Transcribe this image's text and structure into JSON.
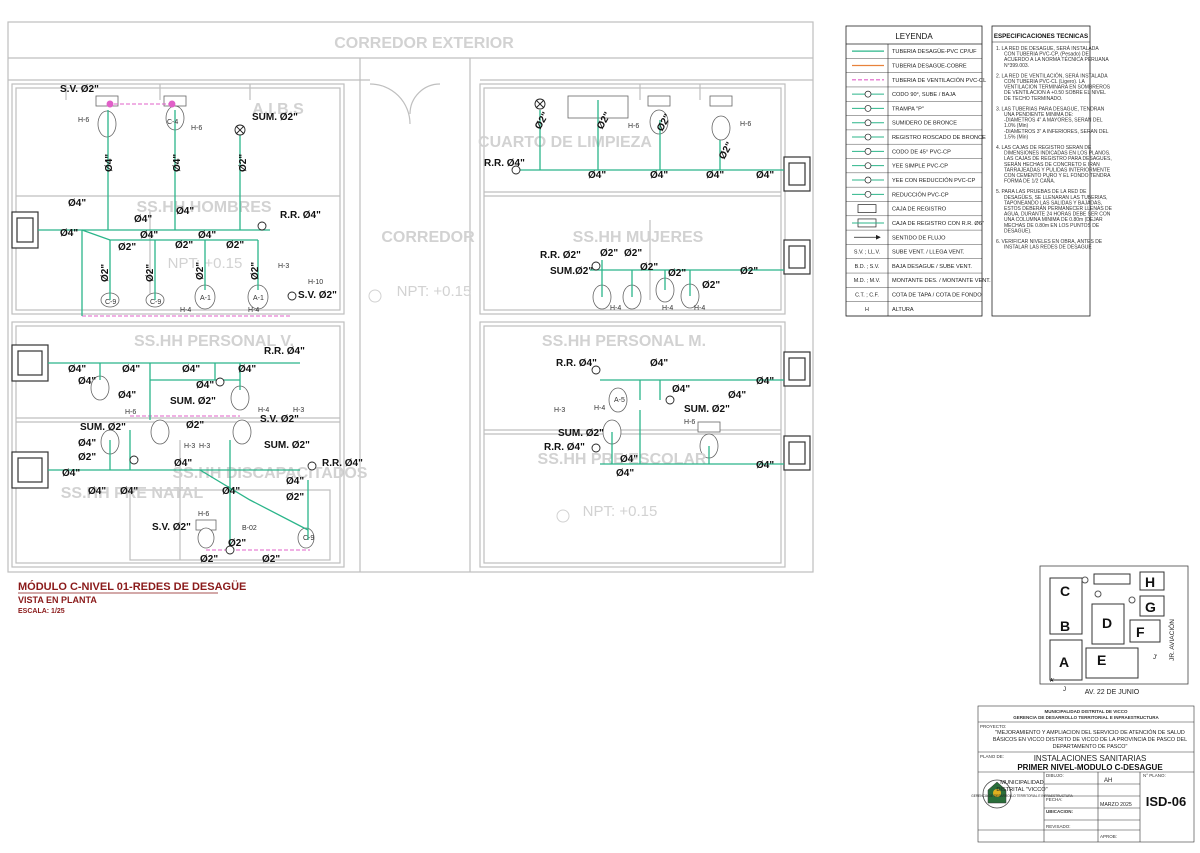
{
  "plan": {
    "rooms": {
      "corredor_exterior": "CORREDOR EXTERIOR",
      "aibs": "A.I.B.S",
      "cuarto_limpieza": "CUARTO DE LIMPIEZA",
      "corredor": "CORREDOR",
      "sshh_hombres": "SS.HH HOMBRES",
      "sshh_mujeres": "SS.HH MUJERES",
      "sshh_personal_v": "SS.HH PERSONAL V.",
      "sshh_personal_m": "SS.HH PERSONAL M.",
      "sshh_discapacitados": "SS.HH DISCAPACITADOS",
      "sshh_pre_natal": "SS.HH PRE NATAL",
      "sshh_pre_escolar": "SS.HH PRE ESCOLAR"
    },
    "npt_1": "NPT: +0.15",
    "npt_2": "NPT: +0.15",
    "npt_3": "NPT: +0.15",
    "labels": {
      "sv": "S.V. Ø2\"",
      "sum": "SUM. Ø2\"",
      "sum_short": "SUM.Ø2\"",
      "rr": "R.R. Ø4\"",
      "rr2": "R.R. Ø2\"",
      "d4": "Ø4\"",
      "d2": "Ø2\"",
      "h6": "H-6",
      "h4": "H-4",
      "h3": "H-3",
      "h10": "H-10",
      "c9": "C-9",
      "a1": "A-1",
      "a5": "A-5",
      "b02": "B-02"
    }
  },
  "title": {
    "main": "MÓDULO C-NIVEL 01-REDES DE DESAGÜE",
    "sub": "VISTA EN PLANTA",
    "scale": "ESCALA: 1/25"
  },
  "legend": {
    "title": "LEYENDA",
    "items": [
      "TUBERIA DESAGÜE-PVC CP/UF",
      "TUBERIA DESAGÜE-COBRE",
      "TUBERIA DE VENTILACIÓN PVC-CL",
      "CODO 90°, SUBE / BAJA",
      "TRAMPA \"P\"",
      "SUMIDERO DE BRONCE",
      "REGISTRO ROSCADO DE BRONCE",
      "CODO DE 45° PVC-CP",
      "YEE SIMPLE PVC-CP",
      "YEE CON REDUCCIÓN PVC-CP",
      "REDUCCIÓN PVC-CP",
      "CAJA DE REGISTRO",
      "CAJA DE REGISTRO CON R.R. Ø6\"",
      "SENTIDO DE FLUJO",
      "SUBE VENT. / LLEGA VENT.",
      "BAJA DESAGUE / SUBE VENT.",
      "MONTANTE DES. / MONTANTE VENT.",
      "COTA DE TAPA / COTA DE FONDO",
      "ALTURA"
    ],
    "abbr": [
      "S.V. ; LL.V.",
      "B.D. ; S.V.",
      "M.D. ; M.V.",
      "C.T. ; C.F.",
      "H"
    ]
  },
  "specs": {
    "title": "ESPECIFICACIONES TECNICAS",
    "items": [
      [
        "1.  LA RED DE DESAGUE, SERÁ INSTALADA",
        "CON TUBERIA PVC-CP, (Pesado) DE",
        "ACUERDO A LA NORMA TÉCNICA PERUANA",
        "N°399.003."
      ],
      [
        "2.  LA RED DE VENTILACIÓN, SERÁ INSTALADA",
        "CON TUBERIA PVC-CL (Ligero). LA",
        "VENTILACION TERMINARA EN SOMBREROS",
        "DE VENTILACION A +0.50 SOBRE EL NIVEL",
        "DE TECHO TERMINADO."
      ],
      [
        "3.  LAS TUBERIAS PARA DESAGUE, TENDRAN",
        "UNA PENDIENTE MINIMA DE:",
        "-DIAMETROS 4\" A MAYORES, SERAN DEL",
        "1.0% (Min)",
        "-DIAMETROS 3\" A INFERIORES, SERAN DEL",
        "1.5% (Min)"
      ],
      [
        "4.  LAS CAJAS DE REGISTRO SERAN DE",
        "DIMENSIONES INDICADAS EN LOS PLANOS.",
        "LAS CAJAS DE REGISTRO PARA DESAGUES,",
        "SERÁN HECHAS DE CONCRETO E IRAN",
        "TARRAJEADAS Y PULIDAS INTERIORMENTE",
        "CON CEMENTO PURO Y EL FONDO TENDRA",
        "FORMA DE 1/2 CAÑA."
      ],
      [
        "5.  PARA LAS PRUEBAS DE LA RED DE",
        "DESAGÜES, SE LLENARAN LAS TUBERIAS,",
        "TAPONEANDO LAS SALIDAS Y BAJADAS,",
        "ESTOS DEBERÁN PERMANECER LLENAS DE",
        "AGUA, DURANTE 24 HORAS DEBE SER CON",
        "UNA COLUMNA MINIMA DE 0.80m (DEJAR",
        "MECHAS DE 0.80m EN LOS PUNTOS DE",
        "DESAGUE)."
      ],
      [
        "6.  VERIFICAR NIVELES EN OBRA, ANTES DE",
        "INSTALAR LAS REDES DE DESAGUE"
      ]
    ]
  },
  "keyplan": {
    "blocks": [
      "A",
      "B",
      "C",
      "D",
      "E",
      "F",
      "G",
      "H",
      "J",
      "J'",
      "A'"
    ],
    "street_right": "JR. AVIACIÓN",
    "street_bottom": "AV. 22 DE JUNIO"
  },
  "titleblock": {
    "org1": "MUNICIPALIDAD DISTRITAL DE VICCO",
    "org2": "GERENCIA DE DESARROLLO TERRITORIAL E INFRAESTRUCTURA",
    "proyecto_label": "PROYECTO:",
    "proyecto": [
      "\"MEJORAMIENTO Y AMPLIACION DEL SERVICIO DE ATENCIÓN DE SALUD",
      "BÁSICOS EN VICCO DISTRITO DE VICCO DE LA PROVINCIA DE PASCO DEL",
      "DEPARTAMENTO DE PASCO\""
    ],
    "plano_label": "PLANO DE:",
    "plano1": "INSTALACIONES SANITARIAS",
    "plano2": "PRIMER NIVEL-MODULO C-DESAGUE",
    "muni1": "MUNICIPALIDAD",
    "muni2": "DISTRITAL \"VICCO\"",
    "muni3": "GERENCIA DE DESARROLLO TERRITORIAL E INFRAESTRUCTURA",
    "dibujo_label": "DIBUJO:",
    "dibujo": "AH",
    "fecha_label": "FECHA:",
    "fecha": "MARZO 2025",
    "ubicacion_label": "UBICACION:",
    "plano_no_label": "N° PLANO:",
    "plano_no": "ISD-06",
    "revisado_label": "REVISADO:",
    "aprob_label": "APROB:"
  },
  "colors": {
    "drain": "#2bb58a",
    "copper": "#e8823c",
    "vent": "#e060c8",
    "wall": "#bfbfbf",
    "room": "#d2d2d2",
    "title": "#8a1a1a"
  }
}
